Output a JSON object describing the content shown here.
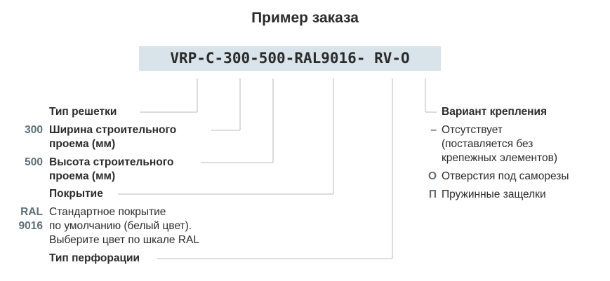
{
  "title": "Пример заказа",
  "code": "VRP-C-300-500-RAL9016- RV-O",
  "left": {
    "type_label": "Тип решетки",
    "width_num": "300",
    "width_label_1": "Ширина строительного",
    "width_label_2": "проема (мм)",
    "height_num": "500",
    "height_label_1": "Высота строительного",
    "height_label_2": "проема (мм)",
    "coating_label": "Покрытие",
    "ral_num_1": "RAL",
    "ral_num_2": "9016",
    "ral_desc_1": "Стандартное покрытие",
    "ral_desc_2": "по умолчанию (белый цвет).",
    "ral_desc_3": "Выберите цвет по шкале RAL",
    "perf_label": "Тип перфорации"
  },
  "right": {
    "mount_label": "Вариант крепления",
    "dash_sym": "–",
    "none_1": "Отсутствует",
    "none_2": "(поставляется без",
    "none_3": "крепежных элементов)",
    "o_sym": "О",
    "o_desc": "Отверстия под саморезы",
    "p_sym": "П",
    "p_desc": "Пружинные защелки"
  }
}
